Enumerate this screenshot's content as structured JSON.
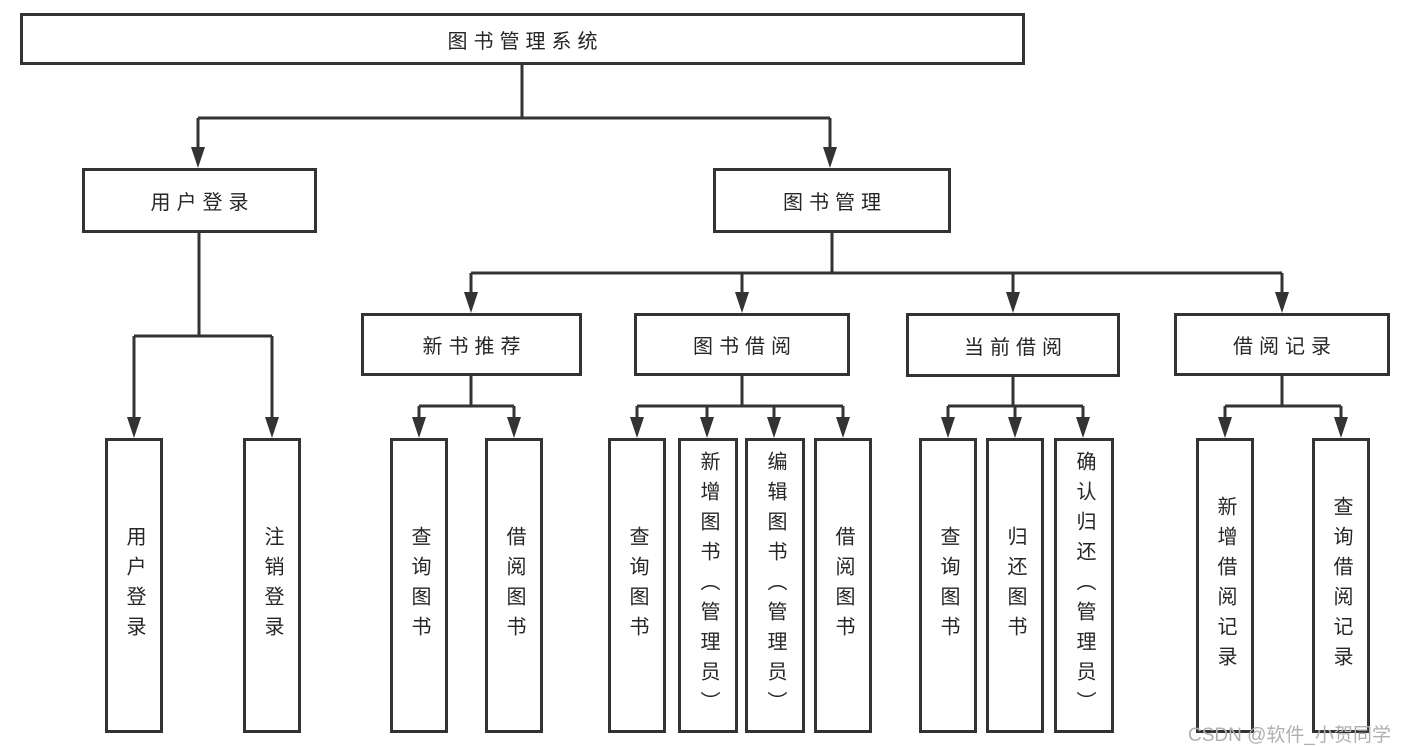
{
  "colors": {
    "background": "#ffffff",
    "line": "#333333",
    "box-border": "#333333",
    "text": "#262626",
    "watermark": "#b0b0b0"
  },
  "watermark": {
    "text": "CSDN @软件_小贺同学"
  },
  "tree": {
    "root": {
      "label": "图书管理系统"
    },
    "branches": [
      {
        "label": "用户登录",
        "children": [
          {
            "label": "用户登录"
          },
          {
            "label": "注销登录"
          }
        ]
      },
      {
        "label": "图书管理",
        "children": [
          {
            "label": "新书推荐",
            "children": [
              {
                "label": "查询图书"
              },
              {
                "label": "借阅图书"
              }
            ]
          },
          {
            "label": "图书借阅",
            "children": [
              {
                "label": "查询图书"
              },
              {
                "label": "新增图书（管理员）"
              },
              {
                "label": "编辑图书（管理员）"
              },
              {
                "label": "借阅图书"
              }
            ]
          },
          {
            "label": "当前借阅",
            "children": [
              {
                "label": "查询图书"
              },
              {
                "label": "归还图书"
              },
              {
                "label": "确认归还（管理员）"
              }
            ]
          },
          {
            "label": "借阅记录",
            "children": [
              {
                "label": "新增借阅记录"
              },
              {
                "label": "查询借阅记录"
              }
            ]
          }
        ]
      }
    ]
  }
}
